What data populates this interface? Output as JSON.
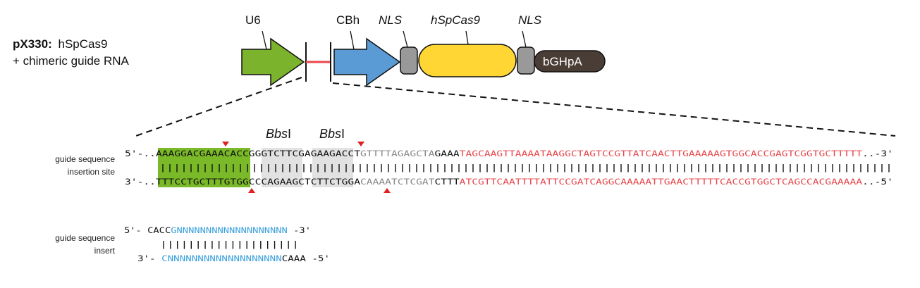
{
  "title": {
    "name": "pX330:",
    "line1": "hSpCas9",
    "line2": "+ chimeric guide RNA"
  },
  "map": {
    "u6": "U6",
    "cbh": "CBh",
    "nls_left": "NLS",
    "cas9": "hSpCas9",
    "nls_right": "NLS",
    "polya": "bGHpA"
  },
  "enzymes": {
    "bbs1_a_italic": "Bbs",
    "bbs1_a_suffix": "I",
    "bbs1_b_italic": "Bbs",
    "bbs1_b_suffix": "I"
  },
  "insertion_site": {
    "label_line1": "guide sequence",
    "label_line2": "insertion site",
    "top": {
      "prefix": "5'-..",
      "green": "AAAGGACGAAACACC",
      "bbs1": "GGGTCTTCGAGAAGACCT",
      "gray": "GTTTTAGAGCTA",
      "black": "GAAA",
      "red": "TAGCAAGTTAAAATAAGGCTAGTCCGTTATCAACTTGAAAAAGTGGCACCGAGTCGGTGCTTTTT",
      "suffix": "..-3'"
    },
    "bonds": "||||||||||||||||||||||||||||||||||||||||||||||||||||||||||||||||||||||||||||||||||||||||||||||||||||||||",
    "bottom": {
      "prefix": "3'-..",
      "green": "TTTCCTGCTTTGTGG",
      "bbs1": "CCCAGAAGCTCTTCTGGA",
      "gray": "CAAAATCTCGAT",
      "black": "CTTT",
      "red": "ATCGTTCAATTTTATTCCGATCAGGCAAAAATTGAACTTTTTCACCGTGGCTCAGCCACGAAAAA",
      "suffix": "..-5'"
    }
  },
  "insert": {
    "label_line1": "guide sequence",
    "label_line2": "insert",
    "top": {
      "prefix": "5'- CACC",
      "blue": "GNNNNNNNNNNNNNNNNNNN",
      "suffix": " -3'"
    },
    "bonds": "||||||||||||||||||||",
    "bottom": {
      "prefix": "3'- ",
      "blue": "CNNNNNNNNNNNNNNNNNNN",
      "suffix": "CAAA -5'"
    }
  },
  "colors": {
    "u6_green": "#7cb32c",
    "cbh_blue": "#5b9bd5",
    "cas9_yellow": "#ffd633",
    "nls_gray": "#999999",
    "polya_brown": "#4a3d36",
    "seq_green": "#7ab928",
    "seq_red": "#e8474c",
    "seq_gray": "#888888",
    "seq_blue": "#3aa0dc",
    "cut_red": "#e02020"
  }
}
